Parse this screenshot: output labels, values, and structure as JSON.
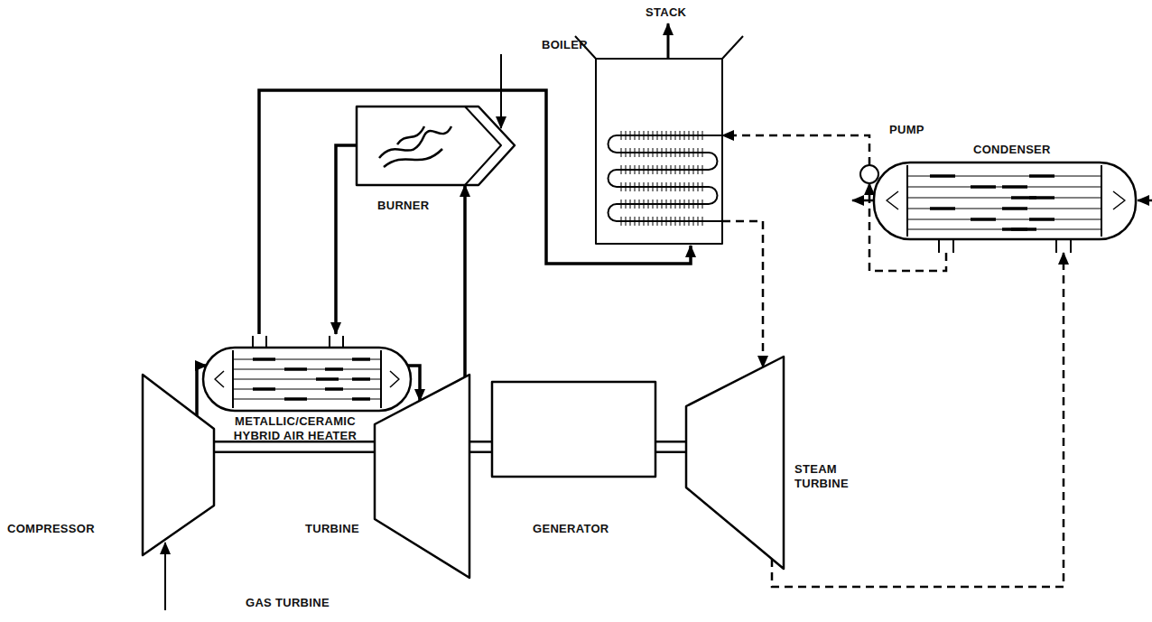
{
  "diagram": {
    "nodes": [
      {
        "text": [
          "BOILER"
        ]
      },
      {
        "text": [
          "PUMP"
        ]
      },
      {
        "text": [
          "CONDENSER"
        ]
      },
      {
        "text": [
          "BURNER"
        ]
      },
      {
        "text": [
          "METALLIC/CERAMIC HYBRID AIR HEATER"
        ]
      },
      {
        "text": [
          "STEAM TURBINE"
        ]
      },
      {
        "text": [
          "COMPRESSOR"
        ]
      },
      {
        "text": [
          "TURBINE"
        ]
      },
      {
        "text": [
          "GENERATOR"
        ]
      }
    ],
    "edges": [
      {
        "from": 6,
        "to": 4,
        "arrow": "to"
      },
      {
        "from": 4,
        "to": 7,
        "arrow": "to"
      },
      {
        "from": 7,
        "to": 3,
        "arrow": "to"
      },
      {
        "from": 3,
        "to": 4,
        "arrow": "to"
      },
      {
        "from": 4,
        "to": 0,
        "arrow": "to"
      },
      {
        "from": 0,
        "to": 5,
        "arrow": "to"
      },
      {
        "from": 5,
        "to": 2,
        "arrow": "to"
      },
      {
        "from": 2,
        "to": 1,
        "arrow": "to"
      },
      {
        "from": 1,
        "to": 0,
        "arrow": "to"
      },
      {
        "from": 6,
        "to": 7,
        "arrow": "none"
      },
      {
        "from": 7,
        "to": 8,
        "arrow": "none"
      },
      {
        "from": 8,
        "to": 5,
        "arrow": "none"
      }
    ],
    "labels": [
      "STACK",
      "GAS TURBINE"
    ]
  }
}
